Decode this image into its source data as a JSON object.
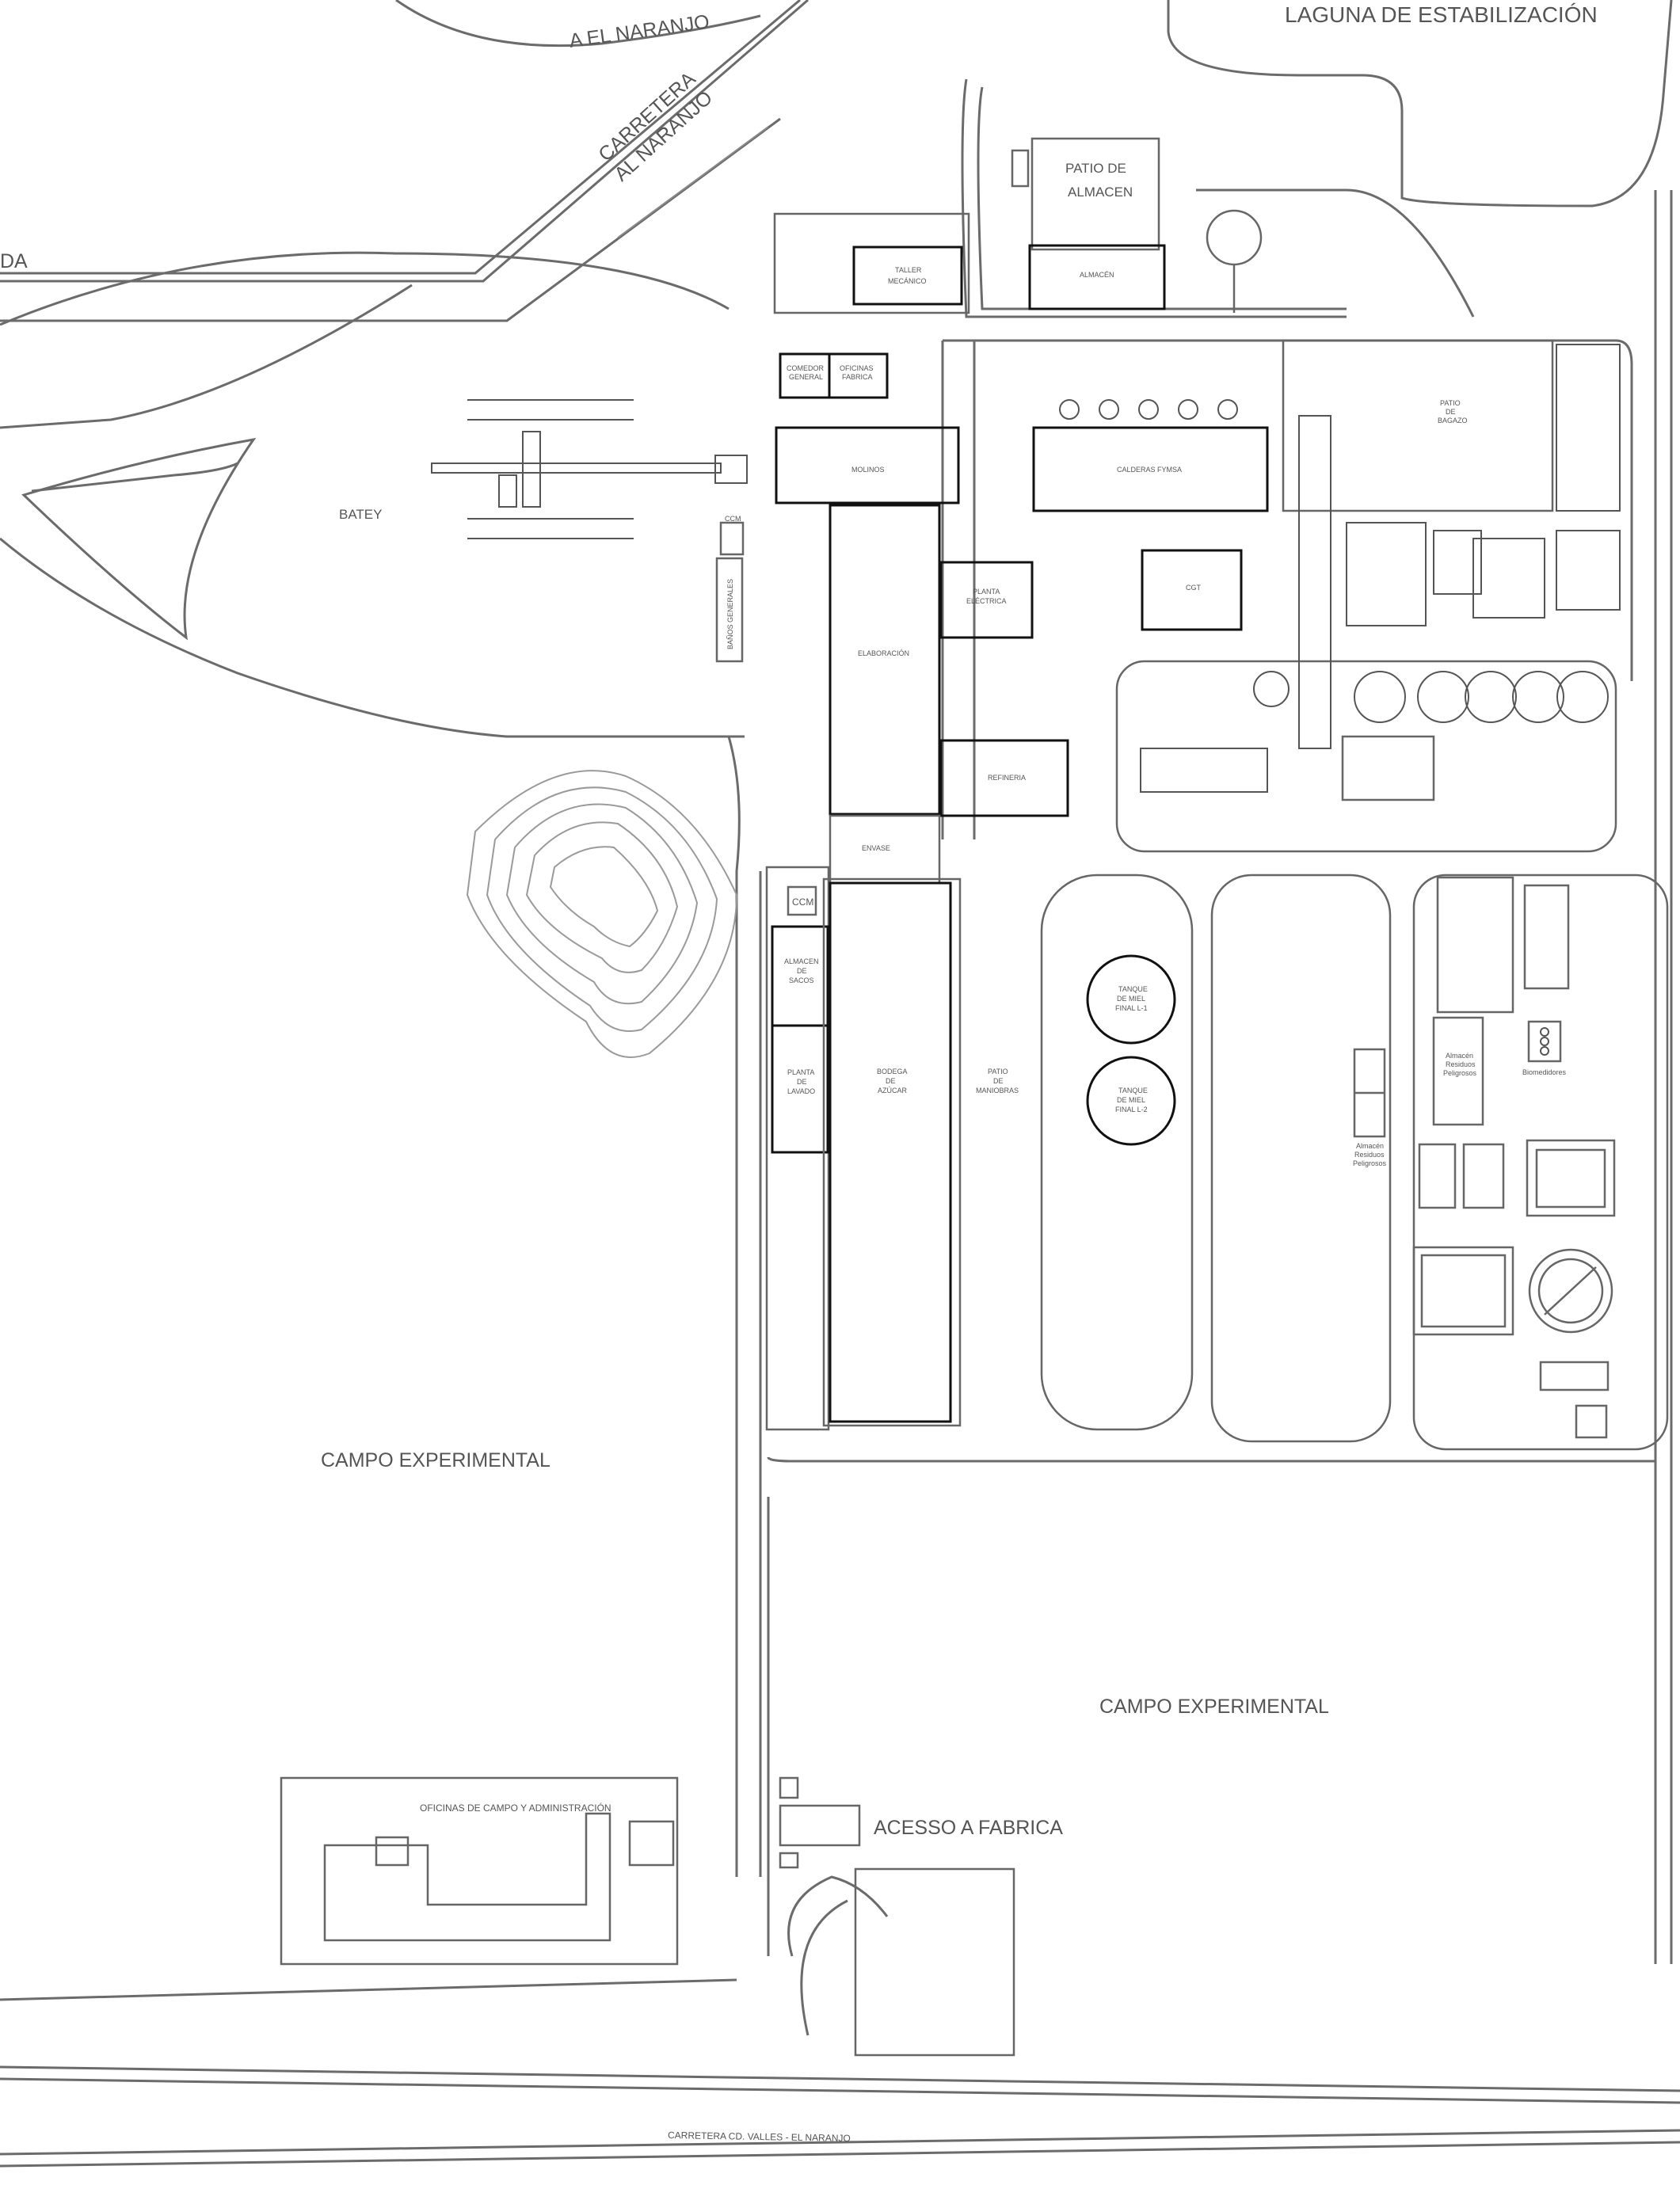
{
  "labels": {
    "laguna": "LAGUNA DE ESTABILIZACIÓN",
    "a_el_naranjo": "A EL NARANJO",
    "carretera_1": "CARRETERA",
    "carretera_2": "AL NARANJO",
    "da": "DA",
    "patio_almacen_1": "PATIO DE",
    "patio_almacen_2": "ALMACEN",
    "taller_1": "TALLER",
    "taller_2": "MECÁNICO",
    "almacen": "ALMACÉN",
    "comedor_1": "COMEDOR",
    "comedor_2": "GENERAL",
    "oficinas_fabrica_1": "OFICINAS",
    "oficinas_fabrica_2": "FABRICA",
    "patio_bagazo_1": "PATIO",
    "patio_bagazo_2": "DE",
    "patio_bagazo_3": "BAGAZO",
    "batey": "BATEY",
    "molinos": "MOLINOS",
    "calderas": "CALDERAS FYMSA",
    "planta_electrica_1": "PLANTA",
    "planta_electrica_2": "ELÉCTRICA",
    "cgt": "CGT",
    "elaboracion": "ELABORACIÓN",
    "refineria": "REFINERIA",
    "banos": "BAÑOS GENERALES",
    "ccm_small": "CCM",
    "envase": "ENVASE",
    "ccm": "CCM",
    "almacen_sacos_1": "ALMACEN",
    "almacen_sacos_2": "DE",
    "almacen_sacos_3": "SACOS",
    "planta_lavado_1": "PLANTA",
    "planta_lavado_2": "DE",
    "planta_lavado_3": "LAVADO",
    "bodega_1": "BODEGA",
    "bodega_2": "DE",
    "bodega_3": "AZÚCAR",
    "patio_maniobras_1": "PATIO",
    "patio_maniobras_2": "DE",
    "patio_maniobras_3": "MANIOBRAS",
    "tanque1_1": "TANQUE",
    "tanque1_2": "DE MIEL",
    "tanque1_3": "FINAL L-1",
    "tanque2_1": "TANQUE",
    "tanque2_2": "DE MIEL",
    "tanque2_3": "FINAL L-2",
    "almacen_residuos_1": "Almacén",
    "almacen_residuos_2": "Residuos",
    "almacen_residuos_3": "Peligrosos",
    "almacen_residuos_b_1": "Almacén",
    "almacen_residuos_b_2": "Residuos",
    "almacen_residuos_b_3": "Peligrosos",
    "biomedidores": "Biomedidores",
    "campo_exp_1": "CAMPO EXPERIMENTAL",
    "campo_exp_2": "CAMPO EXPERIMENTAL",
    "oficinas_campo": "OFICINAS DE CAMPO Y ADMINISTRACIÓN",
    "acceso": "ACESSO A FABRICA",
    "carretera_valles": "CARRETERA CD. VALLES - EL NARANJO"
  }
}
